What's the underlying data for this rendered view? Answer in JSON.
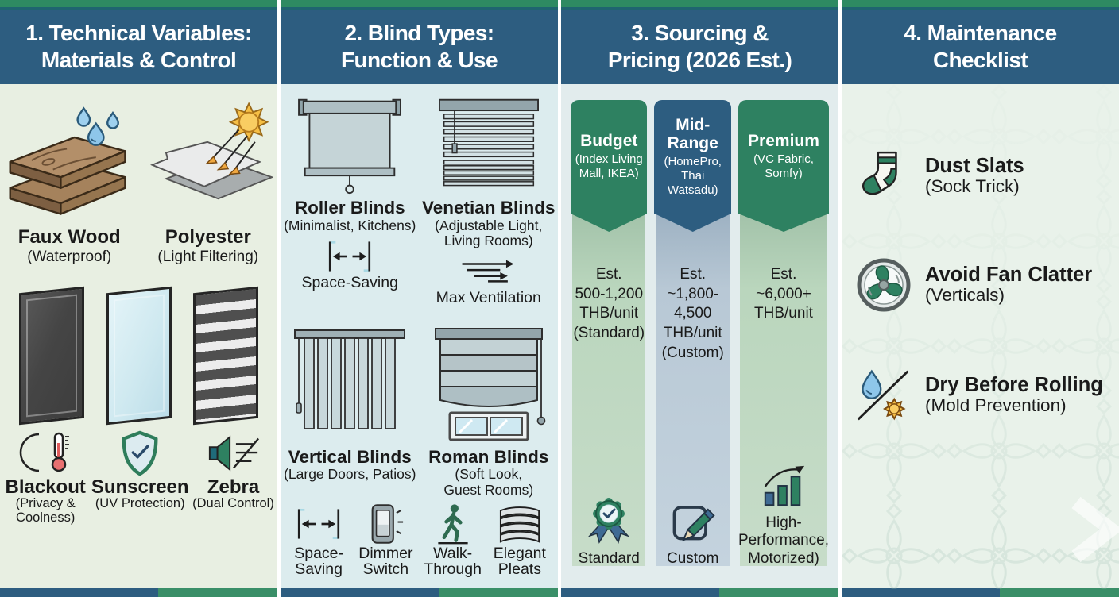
{
  "colors": {
    "header_blue": "#2d5d80",
    "strip_green": "#2e8a62",
    "accent_green": "#2e8161",
    "accent_blue": "#3f6b94",
    "sun_yellow": "#f6bf45",
    "drop_blue": "#8ec6ea"
  },
  "icons": {
    "col1": [
      "wood-planks-water-drops-icon",
      "fabric-layers-sun-icon",
      "blackout-panel",
      "sunscreen-panel",
      "zebra-panel",
      "moon-thermometer-icon",
      "shield-check-icon",
      "speaker-slats-icon"
    ],
    "col2": [
      "roller-blind-illustration",
      "venetian-blind-illustration",
      "width-arrows-icon",
      "airflow-arrows-icon",
      "vertical-blind-illustration",
      "roman-blind-illustration",
      "dimmer-switch-icon",
      "walking-person-icon",
      "pleats-icon"
    ],
    "col3": [
      "award-badge-icon",
      "pencil-edit-icon",
      "growth-chart-icon"
    ],
    "col4": [
      "sock-icon",
      "fan-icon",
      "drop-slash-sun-icon",
      "thai-pattern",
      "chevron-right-arrow"
    ]
  },
  "col1": {
    "title": "1. Technical Variables:\nMaterials & Control",
    "materials": [
      {
        "name": "Faux Wood",
        "sub": "(Waterproof)"
      },
      {
        "name": "Polyester",
        "sub": "(Light Filtering)"
      }
    ],
    "fabrics": [
      {
        "name": "Blackout",
        "sub": "(Privacy &\nCoolness)"
      },
      {
        "name": "Sunscreen",
        "sub": "(UV Protection)"
      },
      {
        "name": "Zebra",
        "sub": "(Dual Control)"
      }
    ]
  },
  "col2": {
    "title": "2. Blind Types:\nFunction & Use",
    "top": [
      {
        "name": "Roller Blinds",
        "sub": "(Minimalist, Kitchens)",
        "feature": "Space-Saving"
      },
      {
        "name": "Venetian Blinds",
        "sub": "(Adjustable Light,\nLiving Rooms)",
        "feature": "Max Ventilation"
      }
    ],
    "bottom": [
      {
        "name": "Vertical Blinds",
        "sub": "(Large Doors, Patios)"
      },
      {
        "name": "Roman Blinds",
        "sub": "(Soft Look,\nGuest Rooms)"
      }
    ],
    "features": [
      {
        "label": "Space-\nSaving"
      },
      {
        "label": "Dimmer\nSwitch"
      },
      {
        "label": "Walk-\nThrough"
      },
      {
        "label": "Elegant\nPleats"
      }
    ]
  },
  "col3": {
    "title": "3. Sourcing &\nPricing (2026 Est.)",
    "tiers": [
      {
        "name": "Budget",
        "sub": "(Index Living\nMall, IKEA)",
        "price": "Est.\n500-1,200\nTHB/unit\n(Standard)",
        "caption": "Standard"
      },
      {
        "name": "Mid-\nRange",
        "sub": "(HomePro,\nThai Watsadu)",
        "price": "Est.\n~1,800-\n4,500\nTHB/unit\n(Custom)",
        "caption": "Custom"
      },
      {
        "name": "Premium",
        "sub": "(VC Fabric,\nSomfy)",
        "price": "Est.\n~6,000+\nTHB/unit",
        "caption": "High-\nPerformance,\nMotorized)"
      }
    ]
  },
  "col4": {
    "title": "4. Maintenance\nChecklist",
    "items": [
      {
        "name": "Dust Slats",
        "sub": "(Sock Trick)"
      },
      {
        "name": "Avoid Fan Clatter",
        "sub": "(Verticals)"
      },
      {
        "name": "Dry Before Rolling",
        "sub": "(Mold Prevention)"
      }
    ]
  }
}
